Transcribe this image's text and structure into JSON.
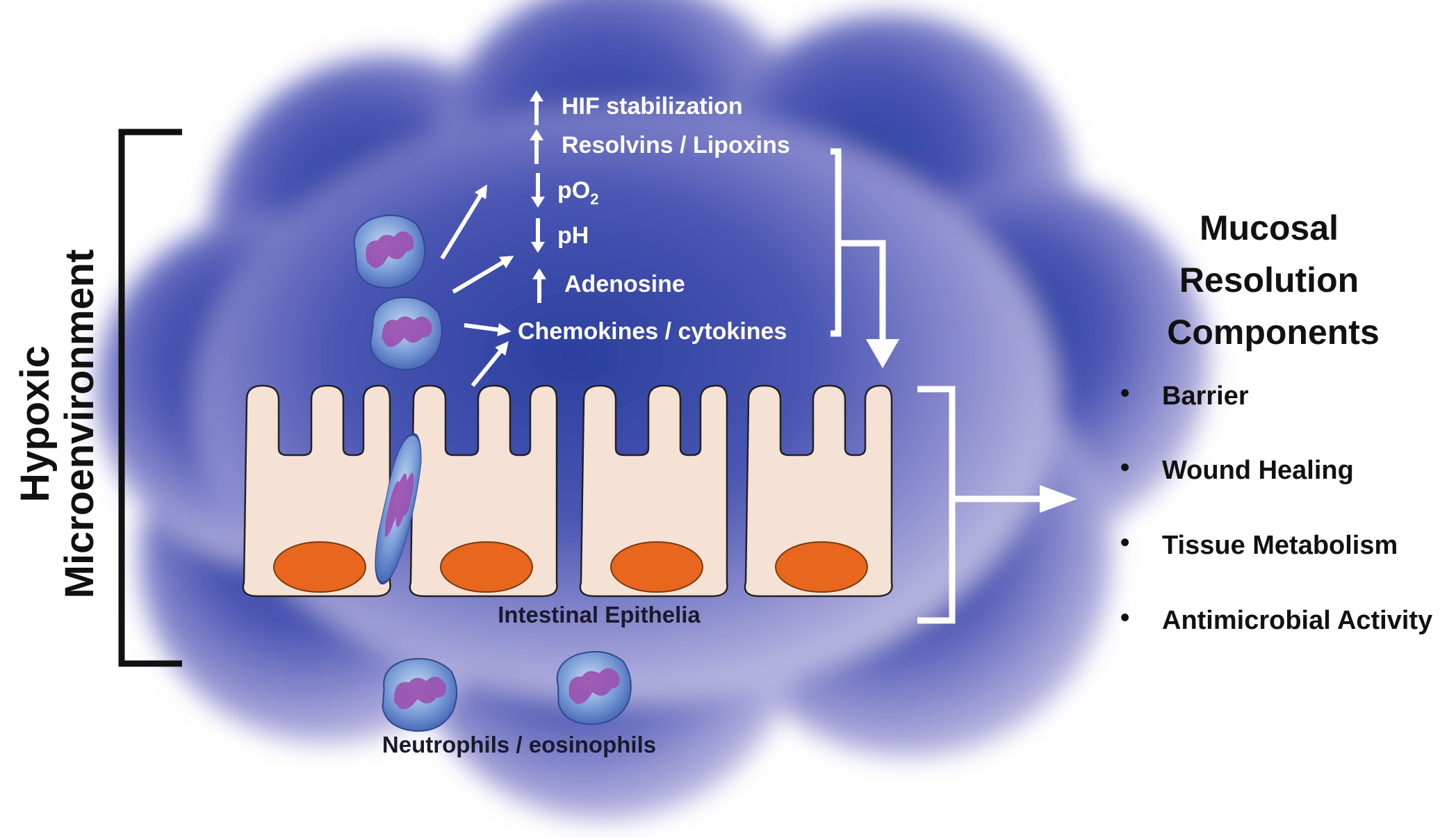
{
  "side_label": {
    "line1": "Hypoxic",
    "line2": "Microenvironment"
  },
  "mediators": [
    {
      "direction": "up",
      "label": "HIF stabilization"
    },
    {
      "direction": "up",
      "label": "Resolvins / Lipoxins"
    },
    {
      "direction": "down",
      "label": "pO",
      "subscript": "2"
    },
    {
      "direction": "down",
      "label": "pH"
    },
    {
      "direction": "up",
      "label": "Adenosine"
    },
    {
      "direction": "none",
      "label": "Chemokines / cytokines"
    }
  ],
  "epithelia_label": "Intestinal Epithelia",
  "immune_cells_label": "Neutrophils / eosinophils",
  "resolution": {
    "heading_lines": [
      "Mucosal",
      "Resolution",
      "Components"
    ],
    "bullet": "•",
    "items": [
      "Barrier",
      "Wound Healing",
      "Tissue Metabolism",
      "Antimicrobial Activity"
    ]
  },
  "colors": {
    "cloud_core": "#2a3f9e",
    "cloud_mid": "#6f73c4",
    "cloud_edge": "#c9c7e6",
    "cell_fill": "#f6e2d4",
    "nucleus": "#e8661e",
    "neutrophil_body": "#6f8fcf",
    "neutrophil_nucleus": "#9a4fae",
    "arrow": "#ffffff",
    "bracket": "#111111"
  },
  "icons": {
    "neutrophil": "neutrophil-cell-icon",
    "up_arrow": "up-arrow-icon",
    "down_arrow": "down-arrow-icon"
  }
}
